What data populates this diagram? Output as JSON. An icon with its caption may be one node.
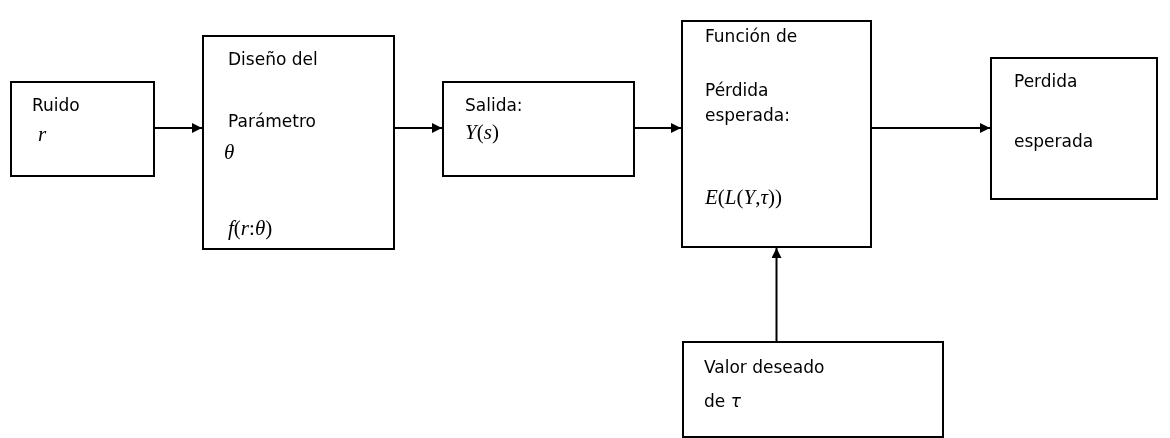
{
  "diagram": {
    "nodes": [
      {
        "text": [
          "Ruido",
          "r"
        ]
      },
      {
        "text": [
          "Diseño del",
          "Parámetro",
          "θ",
          "*f*(*r*:*θ*)"
        ]
      },
      {
        "text": [
          "Salida:",
          "*Y*(*s*)"
        ]
      },
      {
        "text": [
          "Función de",
          "Pérdida esperada:",
          "*E*(*L*(*Y*,*τ*))"
        ]
      },
      {
        "text": [
          "Perdida",
          "esperada"
        ]
      },
      {
        "text": [
          "Valor deseado",
          "de *τ*"
        ]
      }
    ],
    "edges": [
      {
        "from": 0,
        "to": 1,
        "arrow": "to"
      },
      {
        "from": 1,
        "to": 2,
        "arrow": "to"
      },
      {
        "from": 2,
        "to": 3,
        "arrow": "to"
      },
      {
        "from": 3,
        "to": 4,
        "arrow": "to"
      },
      {
        "from": 5,
        "to": 3,
        "arrow": "to"
      }
    ]
  }
}
